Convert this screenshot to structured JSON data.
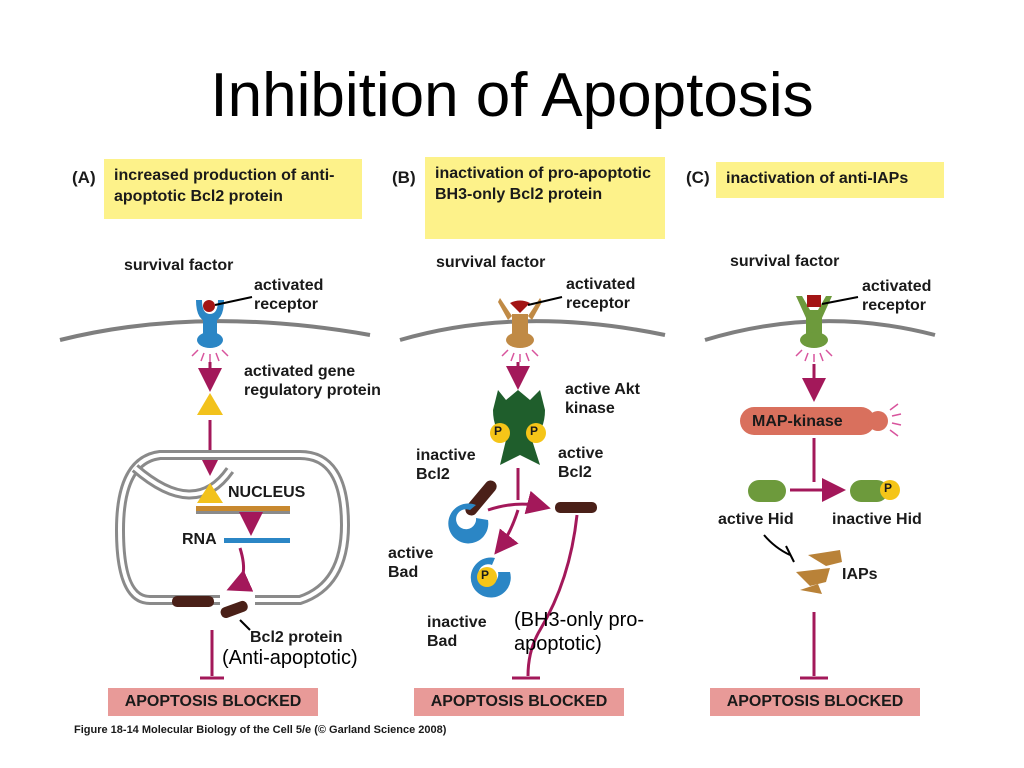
{
  "title": "Inhibition of Apoptosis",
  "panels": [
    {
      "letter": "(A)",
      "heading": "increased production of anti-apoptotic Bcl2 protein",
      "survival_factor": "survival factor",
      "activated_receptor": "activated receptor",
      "gene_regulatory": "activated gene regulatory protein",
      "nucleus": "NUCLEUS",
      "rna": "RNA",
      "bcl2_protein": "Bcl2 protein",
      "annotation": "(Anti-apoptotic)",
      "result": "APOPTOSIS BLOCKED"
    },
    {
      "letter": "(B)",
      "heading": "inactivation of pro-apoptotic BH3-only Bcl2 protein",
      "survival_factor": "survival factor",
      "activated_receptor": "activated receptor",
      "akt": "active Akt kinase",
      "inactive_bcl2": "inactive Bcl2",
      "active_bcl2": "active Bcl2",
      "active_bad": "active Bad",
      "inactive_bad": "inactive Bad",
      "phospho": "P",
      "annotation": "(BH3-only pro-apoptotic)",
      "result": "APOPTOSIS BLOCKED"
    },
    {
      "letter": "(C)",
      "heading": "inactivation of anti-IAPs",
      "survival_factor": "survival factor",
      "activated_receptor": "activated receptor",
      "map_kinase": "MAP-kinase",
      "active_hid": "active Hid",
      "inactive_hid": "inactive Hid",
      "iaps": "IAPs",
      "phospho": "P",
      "result": "APOPTOSIS BLOCKED"
    }
  ],
  "caption": "Figure 18-14 Molecular Biology of the Cell 5/e (© Garland Science 2008)",
  "colors": {
    "highlight": "#fdf28a",
    "result_box": "#e89a98",
    "arrow": "#a3185a",
    "membrane": "#7f7f7f",
    "bcl2": "#4a2018",
    "receptor_a": "#2b86c5",
    "receptor_b": "#c08a45",
    "receptor_c": "#6d9a3c",
    "akt": "#1f5e2c",
    "map_kinase": "#d9705d",
    "phosphate": "#f5c518"
  }
}
